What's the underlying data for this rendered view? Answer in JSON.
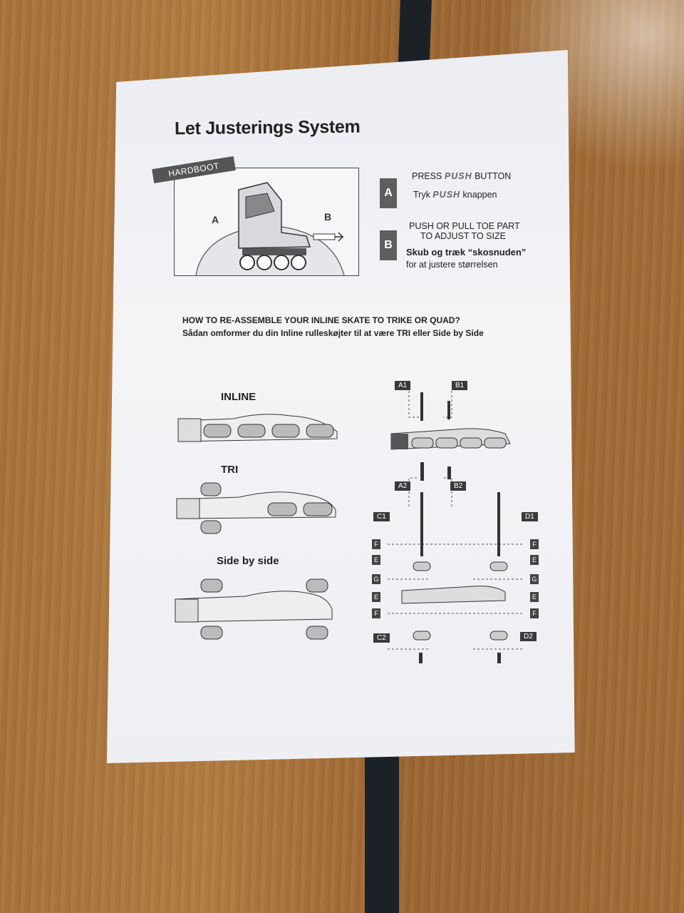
{
  "document": {
    "title": "Let Justerings System",
    "figure_tag": "HARDBOOT",
    "figure_markers": {
      "a": "A",
      "b": "B"
    },
    "steps": [
      {
        "marker": "A",
        "lines": [
          "PRESS",
          "PUSH",
          "BUTTON"
        ],
        "danish": [
          "Tryk",
          "PUSH",
          "knappen"
        ]
      },
      {
        "marker": "B",
        "line1": "PUSH OR PULL TOE PART",
        "line2": "TO ADJUST TO SIZE",
        "danish1": "Skub og træk “skosnuden”",
        "danish2": "for at justere størrelsen"
      }
    ],
    "question_en": "HOW TO RE-ASSEMBLE YOUR INLINE SKATE TO TRIKE OR QUAD?",
    "question_da": "Sådan omformer du din Inline rulleskøjter til at være TRI eller Side by Side",
    "configs": {
      "inline": "INLINE",
      "tri": "TRI",
      "side": "Side by side"
    },
    "parts": {
      "a1": "A1",
      "b1": "B1",
      "a2": "A2",
      "b2": "B2",
      "c1": "C1",
      "d1": "D1",
      "c2": "C2",
      "d2": "D2",
      "f": "F",
      "e": "E",
      "g": "G"
    }
  }
}
